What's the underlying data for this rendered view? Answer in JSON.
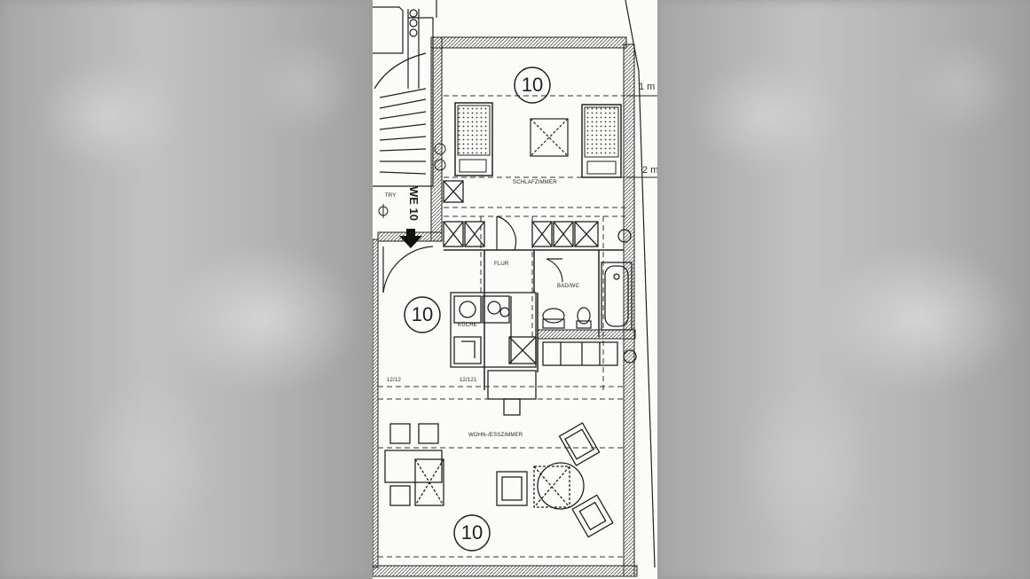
{
  "plan": {
    "apartment_number_top": "10",
    "apartment_number_middle": "10",
    "apartment_number_bottom": "10",
    "rooms": {
      "bedroom": "SCHLAFZIMMER",
      "hall": "FLUR",
      "bath": "BAD/WC",
      "kitchen": "KÜCHE",
      "living": "WOHN-/ESSZIMMER"
    },
    "dimensions": {
      "left": "12/12",
      "center": "12/121"
    },
    "side_marks": {
      "top": "1 m",
      "bottom": "2 m"
    },
    "stair_label": "WE 10",
    "door_marker": "TRY"
  },
  "colors": {
    "line": "#222222",
    "paper": "#fbfbf8",
    "hatch": "#555555"
  }
}
